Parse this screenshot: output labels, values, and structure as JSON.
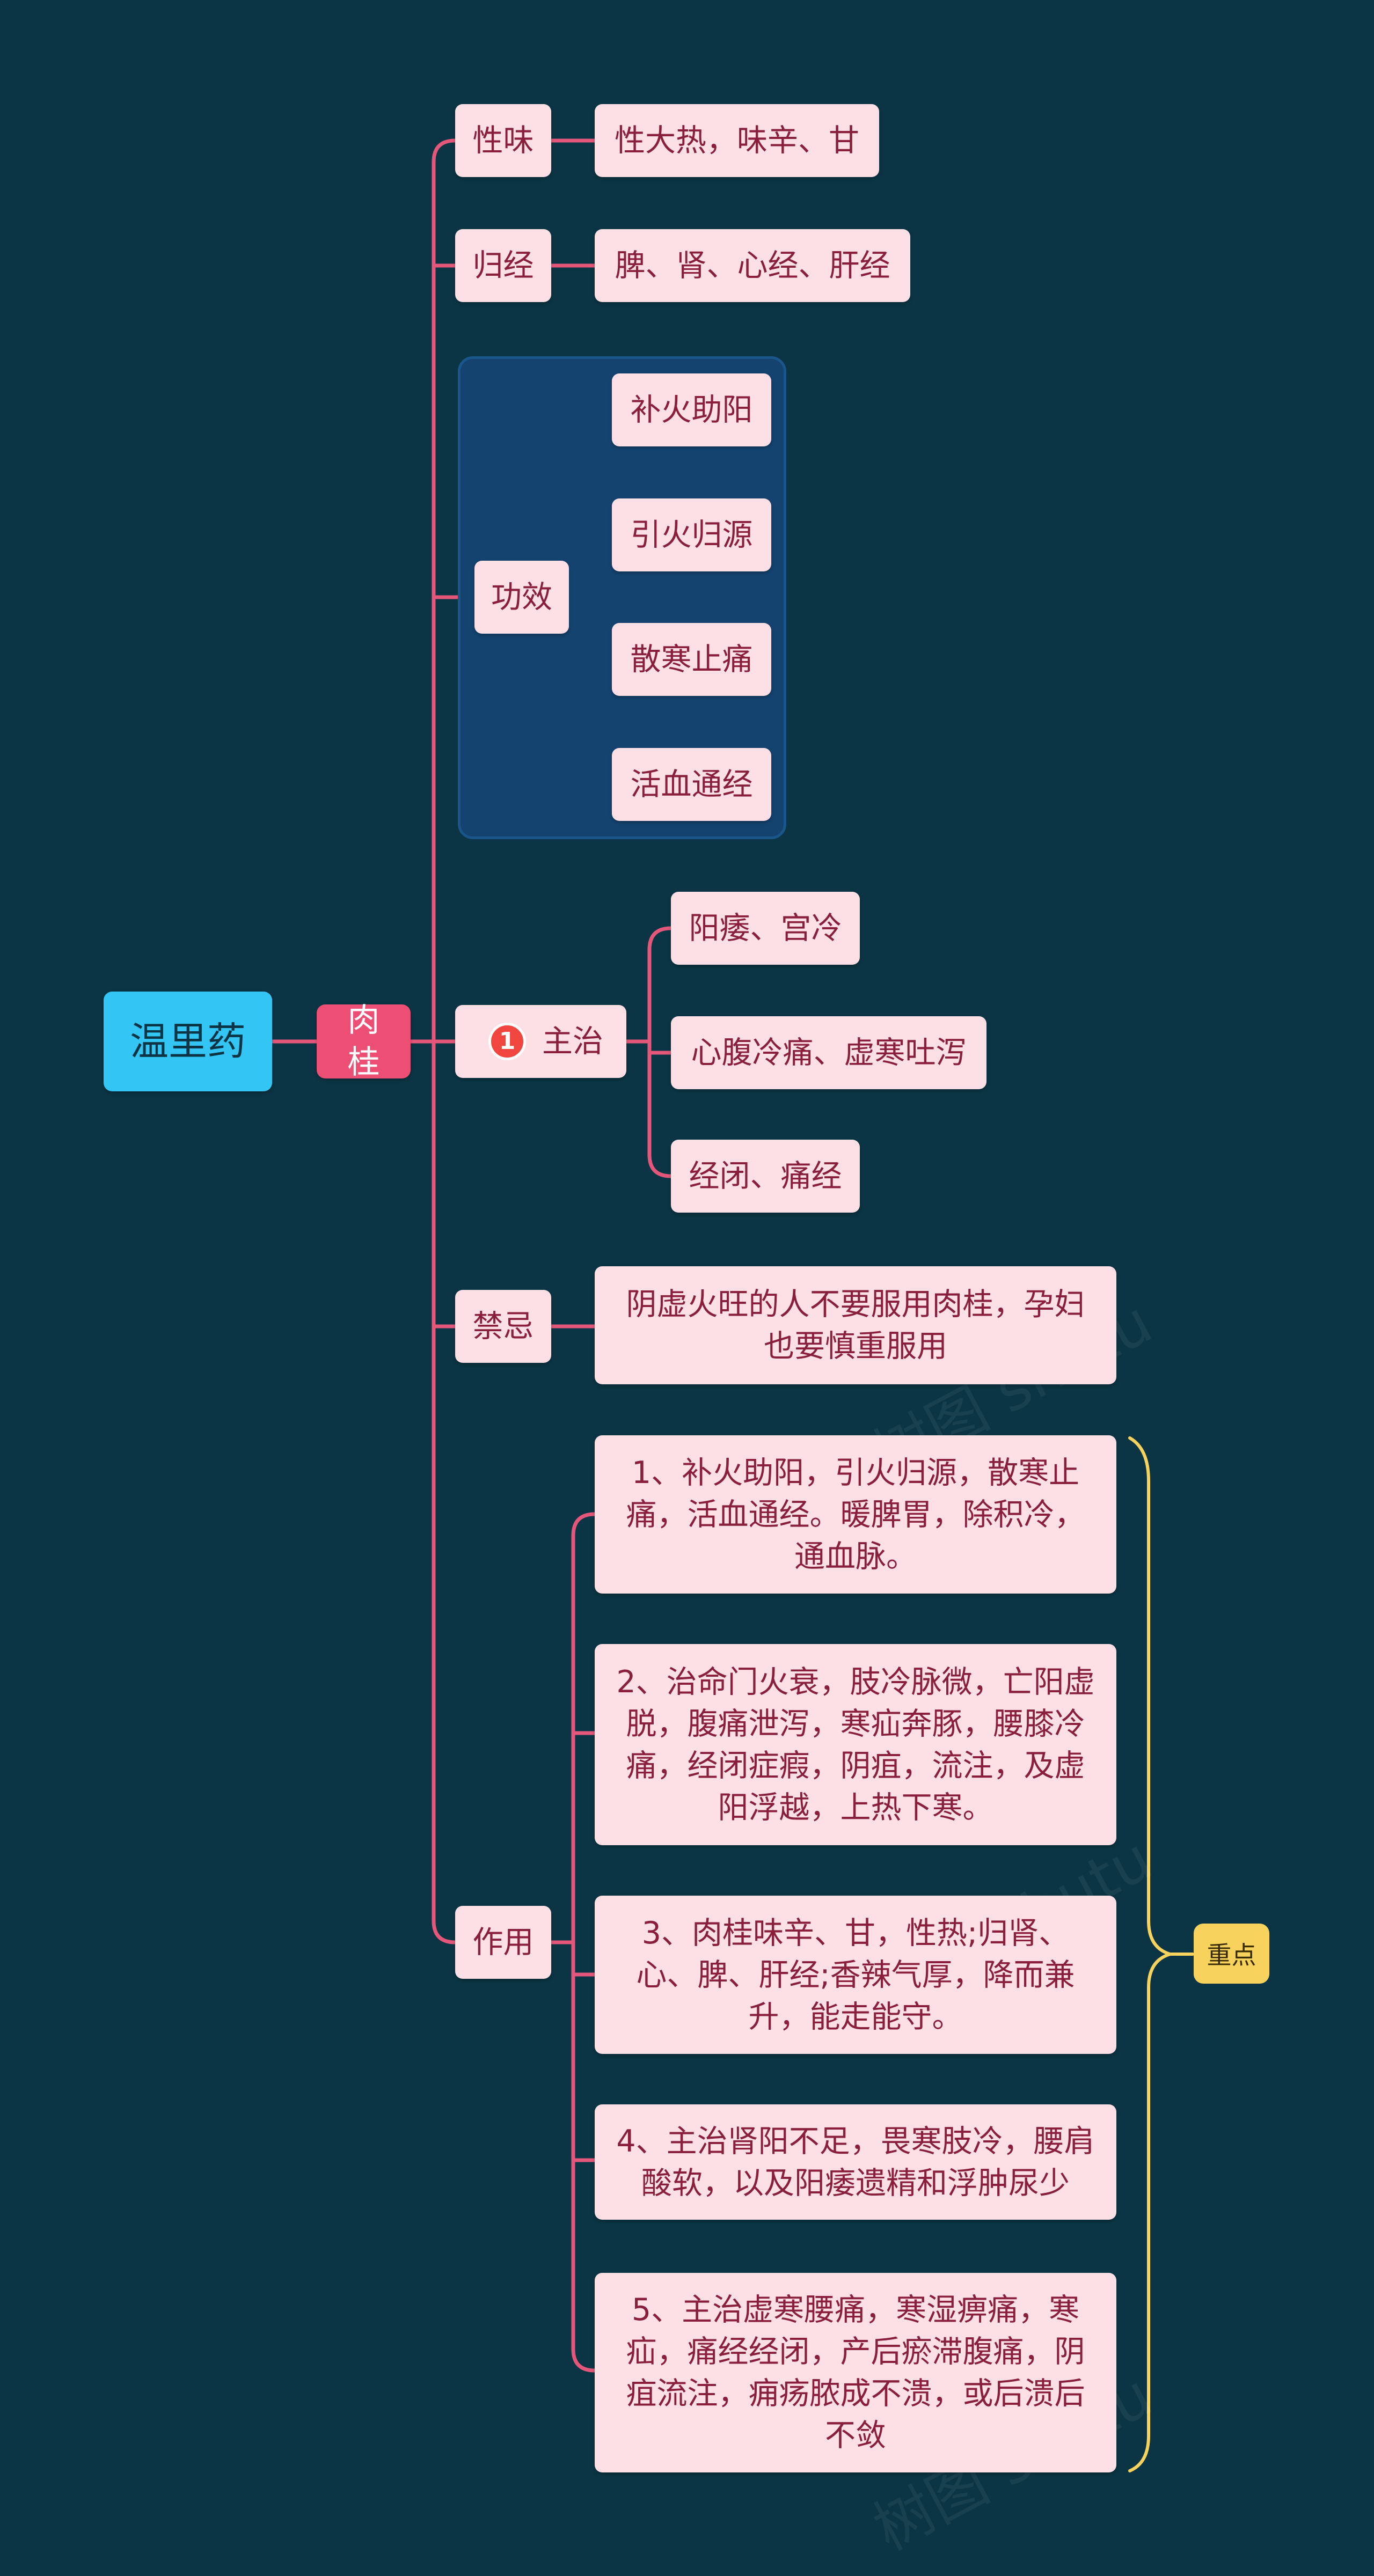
{
  "root": "温里药",
  "main": "肉桂",
  "branches": {
    "xingwei": {
      "label": "性味",
      "value": "性大热，味辛、甘"
    },
    "guijing": {
      "label": "归经",
      "value": "脾、肾、心经、肝经"
    },
    "gongxiao": {
      "label": "功效",
      "items": [
        "补火助阳",
        "引火归源",
        "散寒止痛",
        "活血通经"
      ]
    },
    "zhuzhi": {
      "badge": "1",
      "label": "主治",
      "items": [
        "阳痿、宫冷",
        "心腹冷痛、虚寒吐泻",
        "经闭、痛经"
      ]
    },
    "jinji": {
      "label": "禁忌",
      "value": "阴虚火旺的人不要服用肉桂，孕妇也要慎重服用"
    },
    "zuoyong": {
      "label": "作用",
      "items": [
        "1、补火助阳，引火归源，散寒止痛，活血通经。暖脾胃，除积冷，通血脉。",
        "2、治命门火衰，肢冷脉微，亡阳虚脱，腹痛泄泻，寒疝奔豚，腰膝冷痛，经闭症瘕，阴疽，流注，及虚阳浮越，上热下寒。",
        "3、肉桂味辛、甘，性热;归肾、心、脾、肝经;香辣气厚，降而兼升，能走能守。",
        "4、主治肾阳不足，畏寒肢冷，腰肩酸软，以及阳痿遗精和浮肿尿少",
        "5、主治虚寒腰痛，寒湿痹痛，寒疝，痛经经闭，产后瘀滞腹痛，阴疽流注，痈疡脓成不溃，或后溃后不敛"
      ],
      "summary": "重点"
    }
  },
  "colors": {
    "background": "#0b3544",
    "root": "#33c5f3",
    "main": "#ec4f73",
    "node": "#fde0e6",
    "node_text": "#8a1f3b",
    "link": "#e5577a",
    "group": "#14436f",
    "summary_line": "#f7d35e"
  }
}
